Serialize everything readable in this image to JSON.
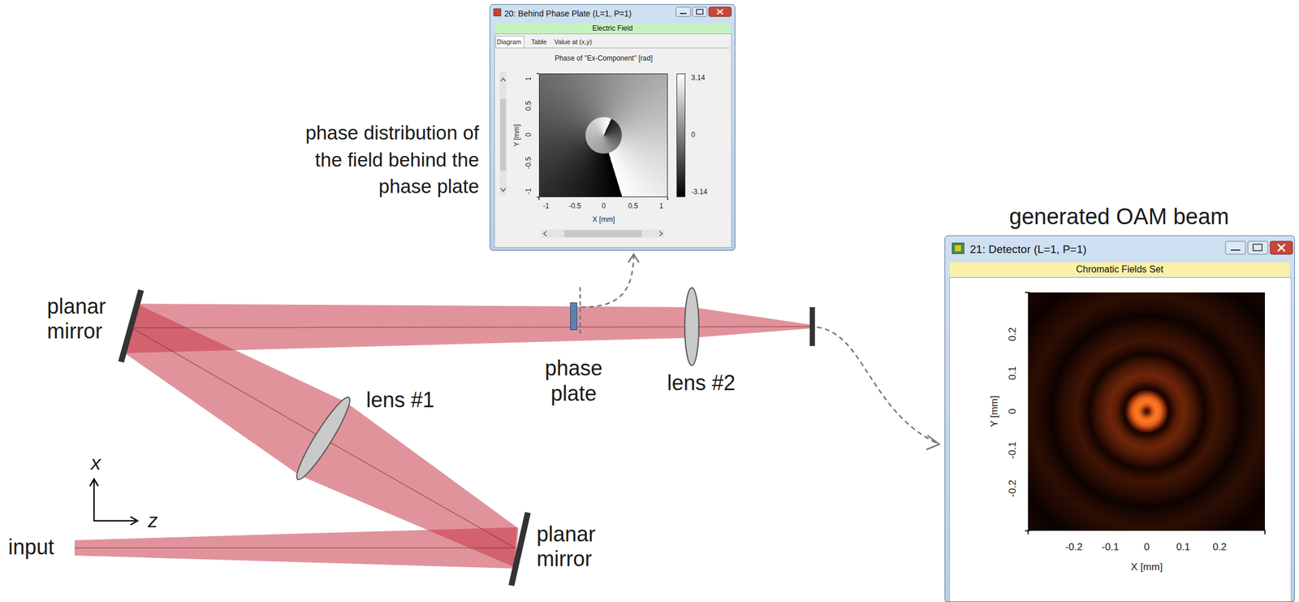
{
  "diagram": {
    "nodes": [
      {
        "text": [
          "20: Behind Phase Plate (L=1, P=1)",
          "Electric Field"
        ]
      },
      {
        "text": [
          "phase plate"
        ]
      },
      {
        "text": [
          "21: Detector (L=1, P=1)",
          "Chromatic Fields Set"
        ]
      }
    ],
    "edges": [
      {
        "from": 1,
        "to": 0,
        "arrow": "to"
      }
    ],
    "labels": [
      "planar mirror",
      "planar mirror",
      "lens #1",
      "lens #2",
      "input",
      "x",
      "z",
      "phase distribution of the field behind the phase plate",
      "generated OAM beam",
      "Diagram",
      "Table",
      "Value at (x,y)",
      "Phase of \"Ex-Component\" [rad]",
      "1",
      "0.5",
      "0",
      "-0.5",
      "-1",
      "Y [mm]",
      "-1",
      "-0.5",
      "0",
      "0.5",
      "1",
      "X [mm]",
      "3.14",
      "0",
      "-3.14",
      "0.2",
      "0.1",
      "0",
      "-0.1",
      "-0.2",
      "Y [mm]",
      "-0.2",
      "-0.1",
      "0",
      "0.1",
      "0.2",
      "X [mm]"
    ]
  }
}
